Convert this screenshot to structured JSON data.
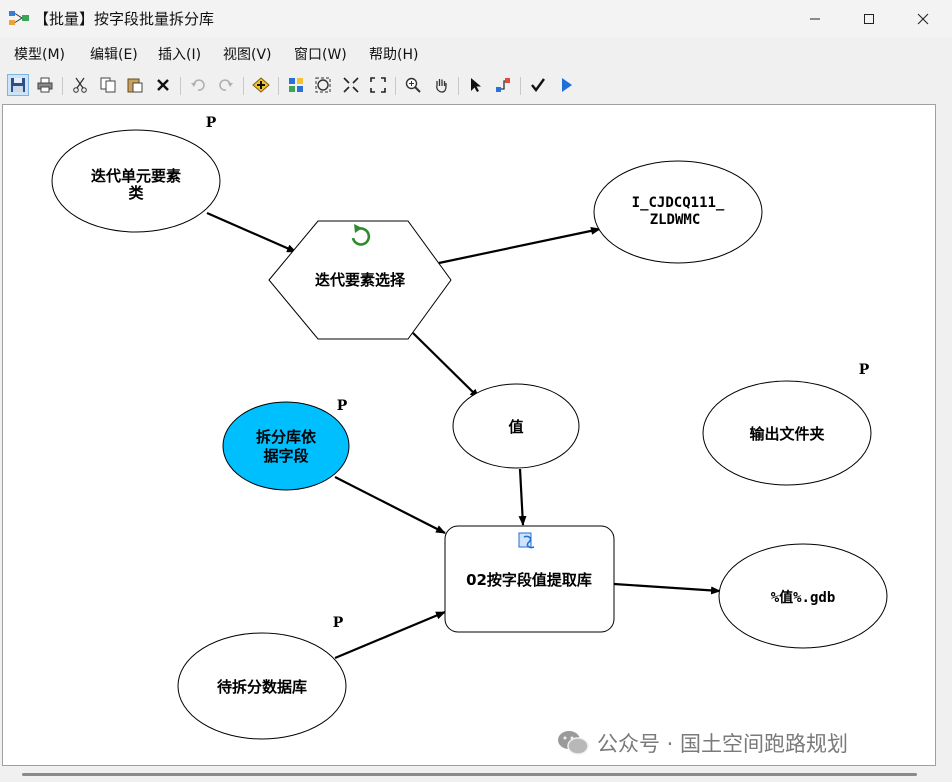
{
  "window": {
    "title": "【批量】按字段批量拆分库",
    "controls": [
      "minimize-icon",
      "maximize-icon",
      "close-icon"
    ]
  },
  "menu": {
    "items": [
      "模型(M)",
      "编辑(E)",
      "插入(I)",
      "视图(V)",
      "窗口(W)",
      "帮助(H)"
    ]
  },
  "toolbar": {
    "icons": [
      "save-icon",
      "print-icon",
      "cut-icon",
      "copy-icon",
      "paste-icon",
      "delete-icon",
      "undo-icon",
      "redo-icon",
      "add-data-icon",
      "auto-layout-icon",
      "full-extent-icon",
      "fixed-zoom-in-icon",
      "fixed-zoom-out-icon",
      "zoom-in-icon",
      "pan-icon",
      "select-icon",
      "connect-icon",
      "validate-icon",
      "run-icon"
    ]
  },
  "diagram": {
    "nodes": {
      "iter_input": {
        "line1": "迭代单元要素",
        "line2": "类",
        "parameter_mark": "P"
      },
      "iterator": {
        "label": "迭代要素选择"
      },
      "iter_output": {
        "line1": "I_CJDCQ111_",
        "line2": "ZLDWMC"
      },
      "value": {
        "label": "值"
      },
      "output_folder": {
        "label": "输出文件夹",
        "parameter_mark": "P"
      },
      "split_field": {
        "line1": "拆分库依",
        "line2": "据字段",
        "parameter_mark": "P"
      },
      "tool": {
        "label": "02按字段值提取库"
      },
      "result": {
        "label": "%值%.gdb"
      },
      "source_db": {
        "label": "待拆分数据库",
        "parameter_mark": "P"
      }
    },
    "colors": {
      "highlighted_variable": "#00bfff",
      "node_fill": "#ffffff",
      "stroke": "#000000",
      "iterator_icon": "#2e8b2e"
    }
  },
  "watermark": {
    "text": "公众号 · 国土空间跑路规划"
  }
}
